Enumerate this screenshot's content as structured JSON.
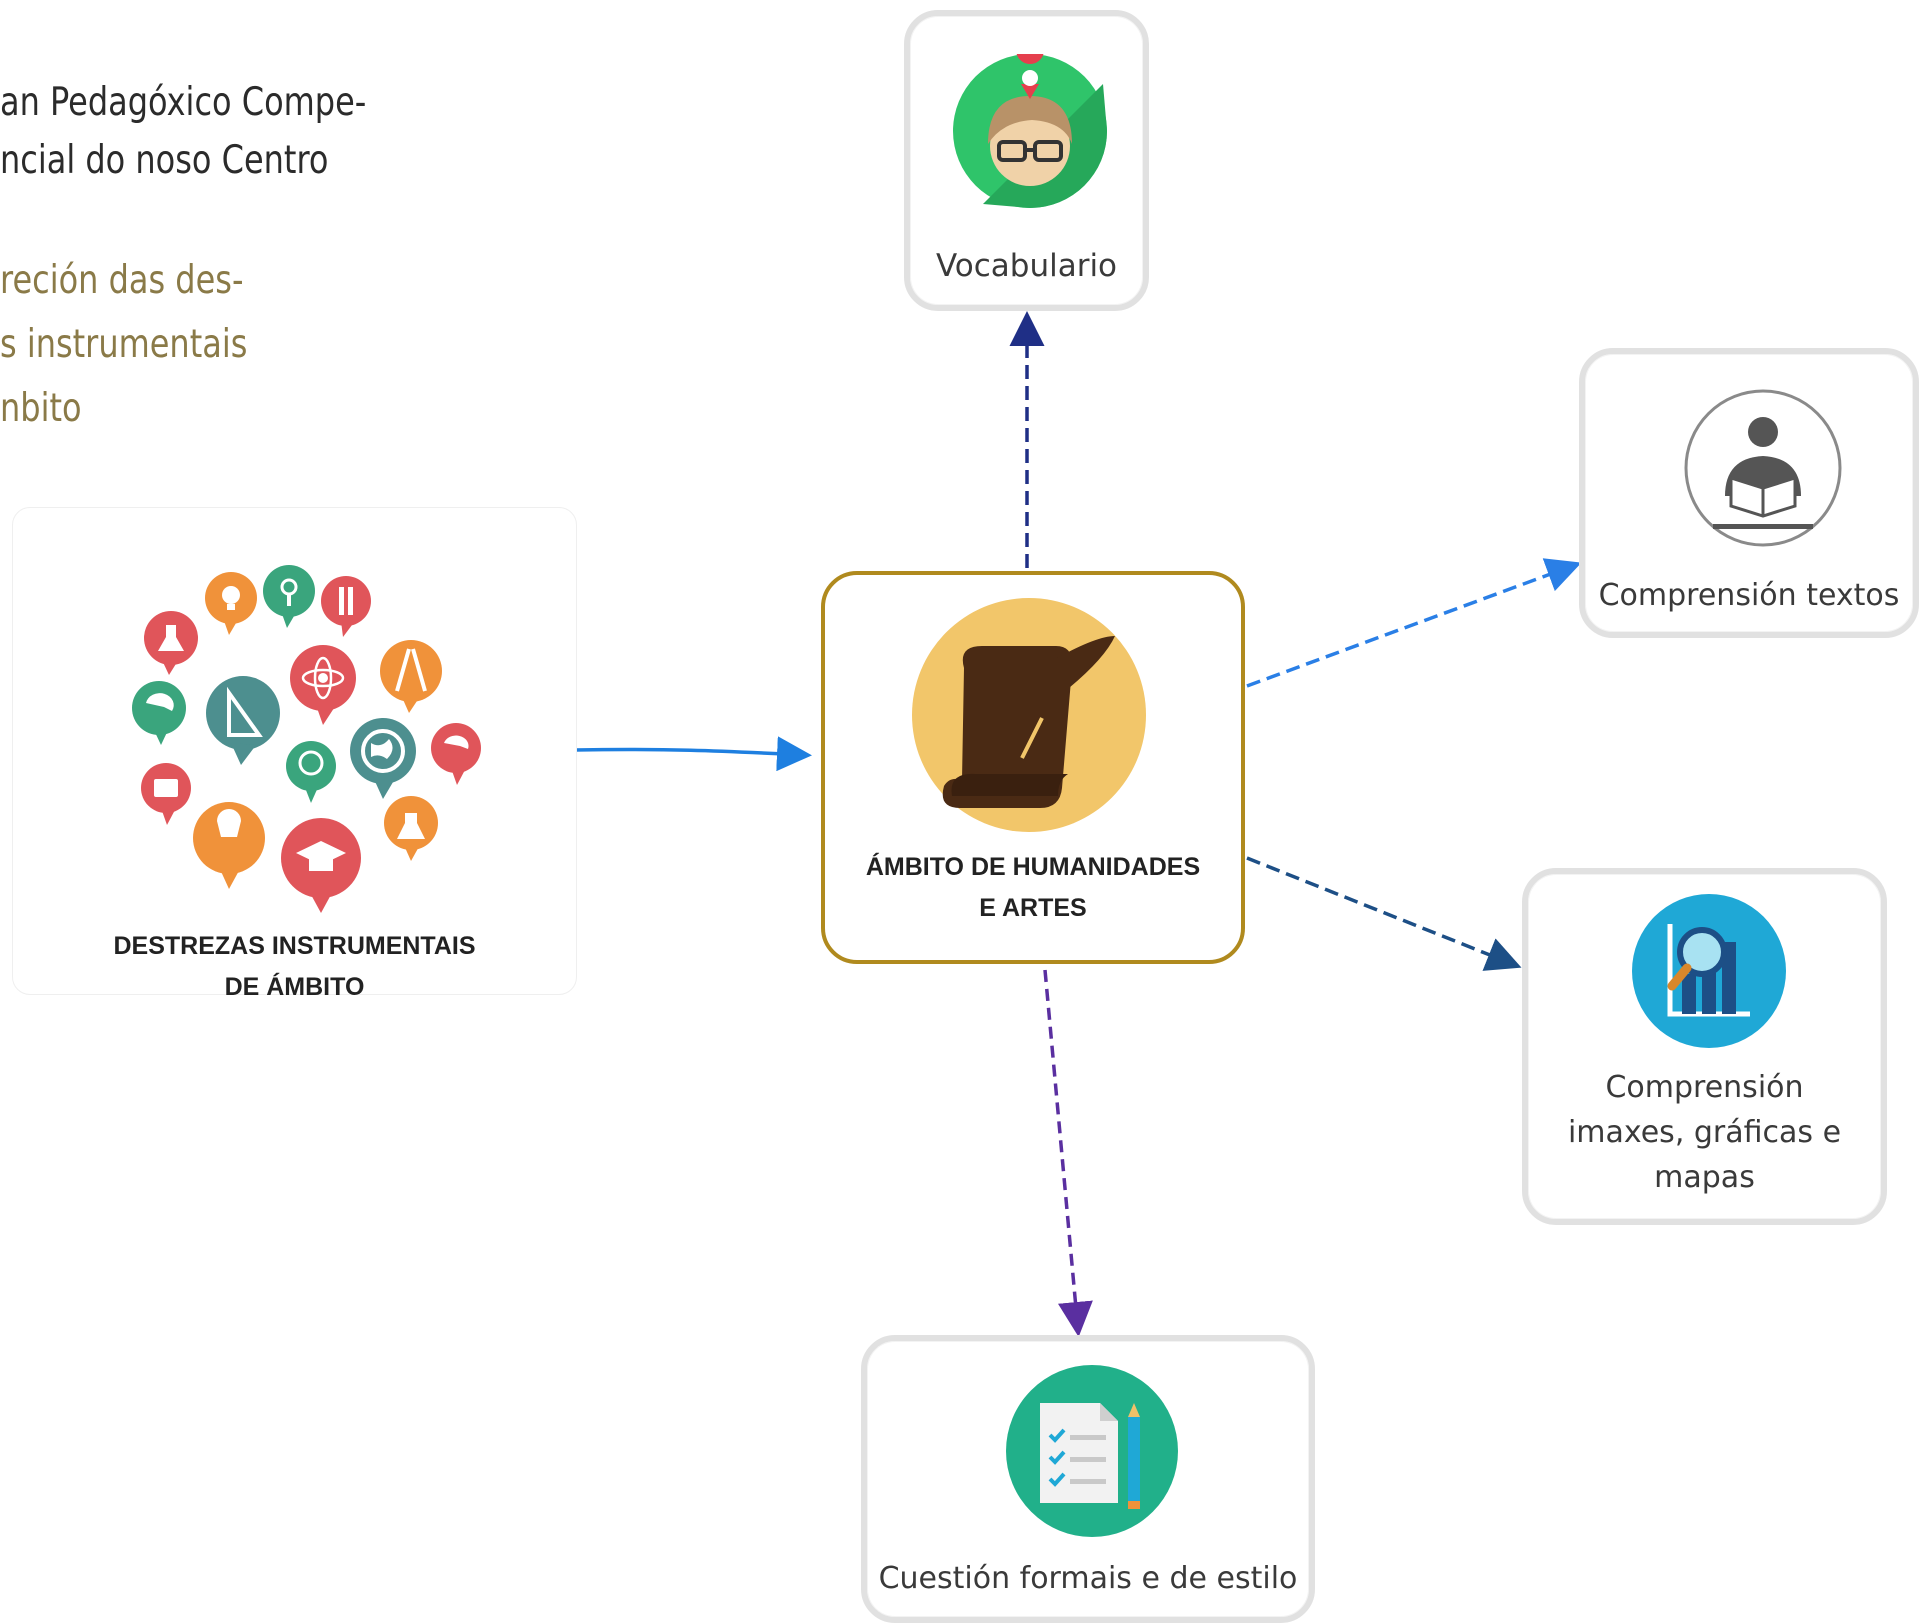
{
  "intro": {
    "dark_lines": [
      "an Pedagóxico Compe-",
      "ncial do noso Centro"
    ],
    "olive_lines": [
      "reción das des-",
      "s instrumentais",
      "nbito"
    ]
  },
  "nodes": {
    "center": {
      "label_line1": "ÁMBITO DE HUMANIDADES",
      "label_line2": "E ARTES",
      "icon": "scroll-quill-icon"
    },
    "source": {
      "label_line1": "DESTREZAS INSTRUMENTAIS",
      "label_line2": "DE ÁMBITO",
      "icon": "education-bubbles-icon"
    },
    "vocabulario": {
      "label": "Vocabulario",
      "icon": "student-question-icon"
    },
    "comprension_textos": {
      "label": "Comprensión textos",
      "icon": "reader-icon"
    },
    "comprension_imaxes": {
      "label_line1": "Comprensión",
      "label_line2": "imaxes, gráficas e",
      "label_line3": "mapas",
      "icon": "chart-magnifier-icon"
    },
    "cuestion": {
      "label": "Cuestión formais e de estilo",
      "icon": "checklist-pencil-icon"
    }
  },
  "colors": {
    "center_border": "#b08a1e",
    "center_icon_bg": "#f2c66a",
    "arrow_source": "#1e7fe0",
    "arrow_vocab": "#1f2f86",
    "arrow_textos": "#2a7fe6",
    "arrow_imaxes": "#1d4f86",
    "arrow_cuestion": "#5a2fa0"
  }
}
